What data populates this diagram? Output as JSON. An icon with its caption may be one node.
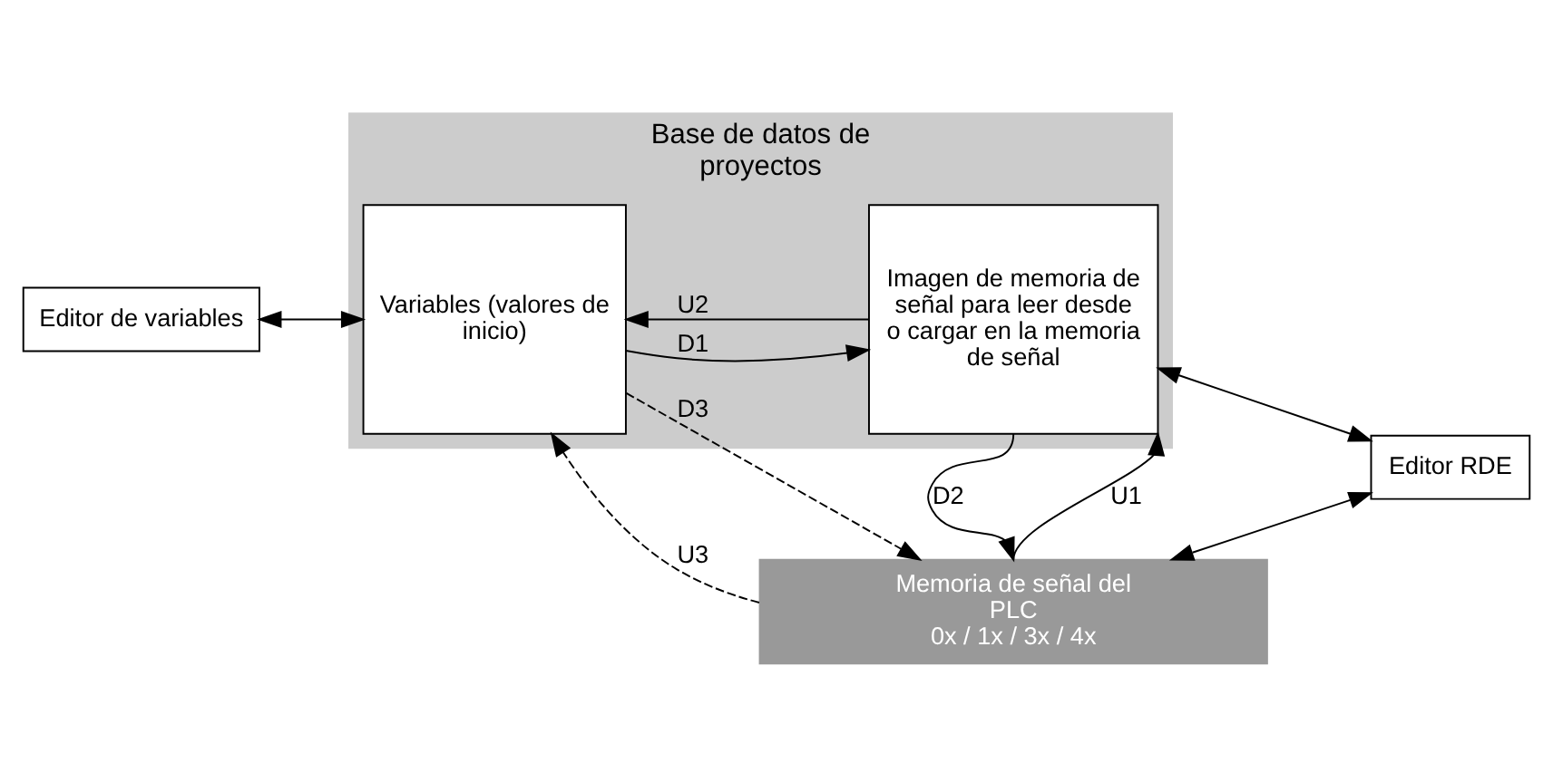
{
  "diagram": {
    "nodes": [
      {
        "text": [
          "Base de datos de proyectos"
        ]
      },
      {
        "text": [
          "Variables (valores de inicio)"
        ],
        "in": 0
      },
      {
        "text": [
          "Imagen de memoria de señal para leer desde o cargar en la memoria de señal"
        ],
        "in": 0
      },
      {
        "text": [
          "Editor de variables"
        ]
      },
      {
        "text": [
          "Editor RDE"
        ]
      },
      {
        "text": [
          "Memoria de señal del PLC",
          "0x / 1x / 3x / 4x"
        ]
      }
    ],
    "edges": [
      {
        "from": 3,
        "to": 1,
        "arrow": "both"
      },
      {
        "from": 2,
        "to": 1,
        "arrow": "to",
        "label": "U2"
      },
      {
        "from": 1,
        "to": 2,
        "arrow": "to",
        "label": "D1"
      },
      {
        "from": 2,
        "to": 4,
        "arrow": "both"
      },
      {
        "from": 5,
        "to": 4,
        "arrow": "both"
      },
      {
        "from": 5,
        "to": 1,
        "arrow": "to",
        "label": "U3",
        "style": "dashed"
      },
      {
        "from": 1,
        "to": 5,
        "arrow": "to",
        "label": "D3",
        "style": "dashed"
      },
      {
        "from": 2,
        "to": 5,
        "arrow": "to",
        "label": "D2"
      },
      {
        "from": 5,
        "to": 2,
        "arrow": "to",
        "label": "U1"
      }
    ]
  }
}
